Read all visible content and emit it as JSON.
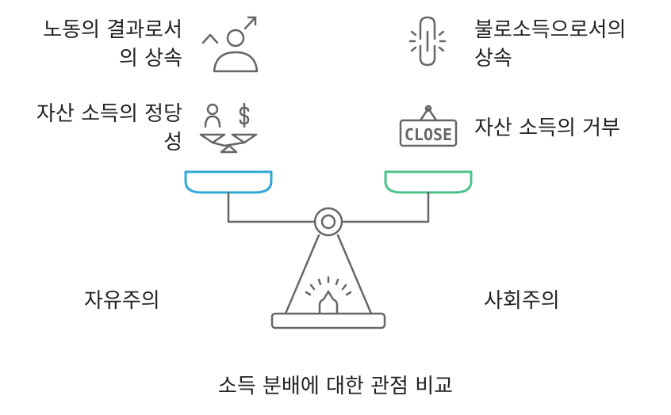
{
  "left": {
    "item1": [
      "노동의 결과로서",
      "의 상속"
    ],
    "item2": [
      "자산 소득의 정당",
      "성"
    ],
    "label": "자유주의"
  },
  "right": {
    "item1": [
      "불로소득으로서의",
      "상속"
    ],
    "item2": "자산 소득의 거부",
    "label": "사회주의"
  },
  "close_sign_text": "CLOSE",
  "title": "소득 분배에 대한 관점 비교",
  "colors": {
    "left_pan": "#2fa8d6",
    "right_pan": "#4cc28a",
    "stroke": "#666666",
    "text": "#222222"
  },
  "icons": [
    "person-up-arrow-icon",
    "broken-link-icon",
    "person-dollar-scale-icon",
    "close-sign-icon",
    "scale-icon"
  ]
}
